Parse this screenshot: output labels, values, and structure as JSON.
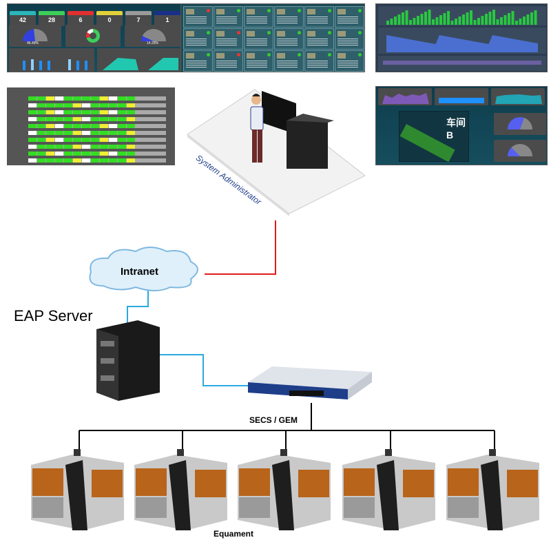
{
  "labels": {
    "admin": "System Administrator",
    "network": "Intranet",
    "server": "EAP Server",
    "protocol": "SECS / GEM",
    "equipment": "Equament"
  },
  "dashboard_kpis": [
    {
      "value": "42",
      "color": "#2bb5b8"
    },
    {
      "value": "28",
      "color": "#3ccf5a"
    },
    {
      "value": "6",
      "color": "#e23030"
    },
    {
      "value": "0",
      "color": "#e2d13a"
    },
    {
      "value": "7",
      "color": "#9a9a9a"
    },
    {
      "value": "1",
      "color": "#1a2f8a"
    }
  ],
  "dashboard_gauges": [
    "46.49%",
    "14.29%"
  ],
  "workshop_title": "车间B",
  "colors": {
    "wan_link": "#e01b1b",
    "lan_link": "#29a9e0",
    "bus": "#000000"
  },
  "equipment_count": 5
}
